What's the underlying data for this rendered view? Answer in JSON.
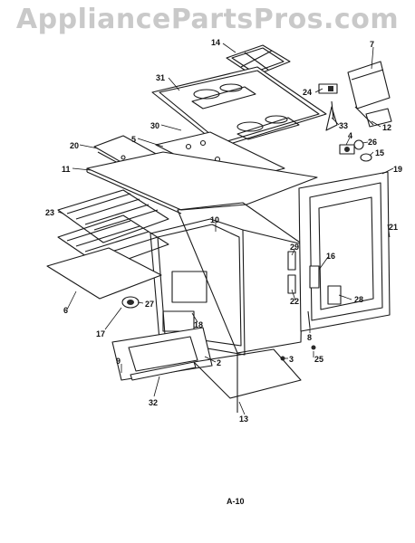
{
  "watermark": "AppliancePartsPros.com",
  "page_code": "A-10",
  "callouts": [
    "14",
    "7",
    "31",
    "24",
    "33",
    "12",
    "30",
    "4",
    "26",
    "15",
    "5",
    "20",
    "19",
    "11",
    "21",
    "10",
    "23",
    "29",
    "16",
    "6",
    "22",
    "28",
    "27",
    "17",
    "18",
    "8",
    "2",
    "3",
    "25",
    "9",
    "32",
    "13"
  ]
}
